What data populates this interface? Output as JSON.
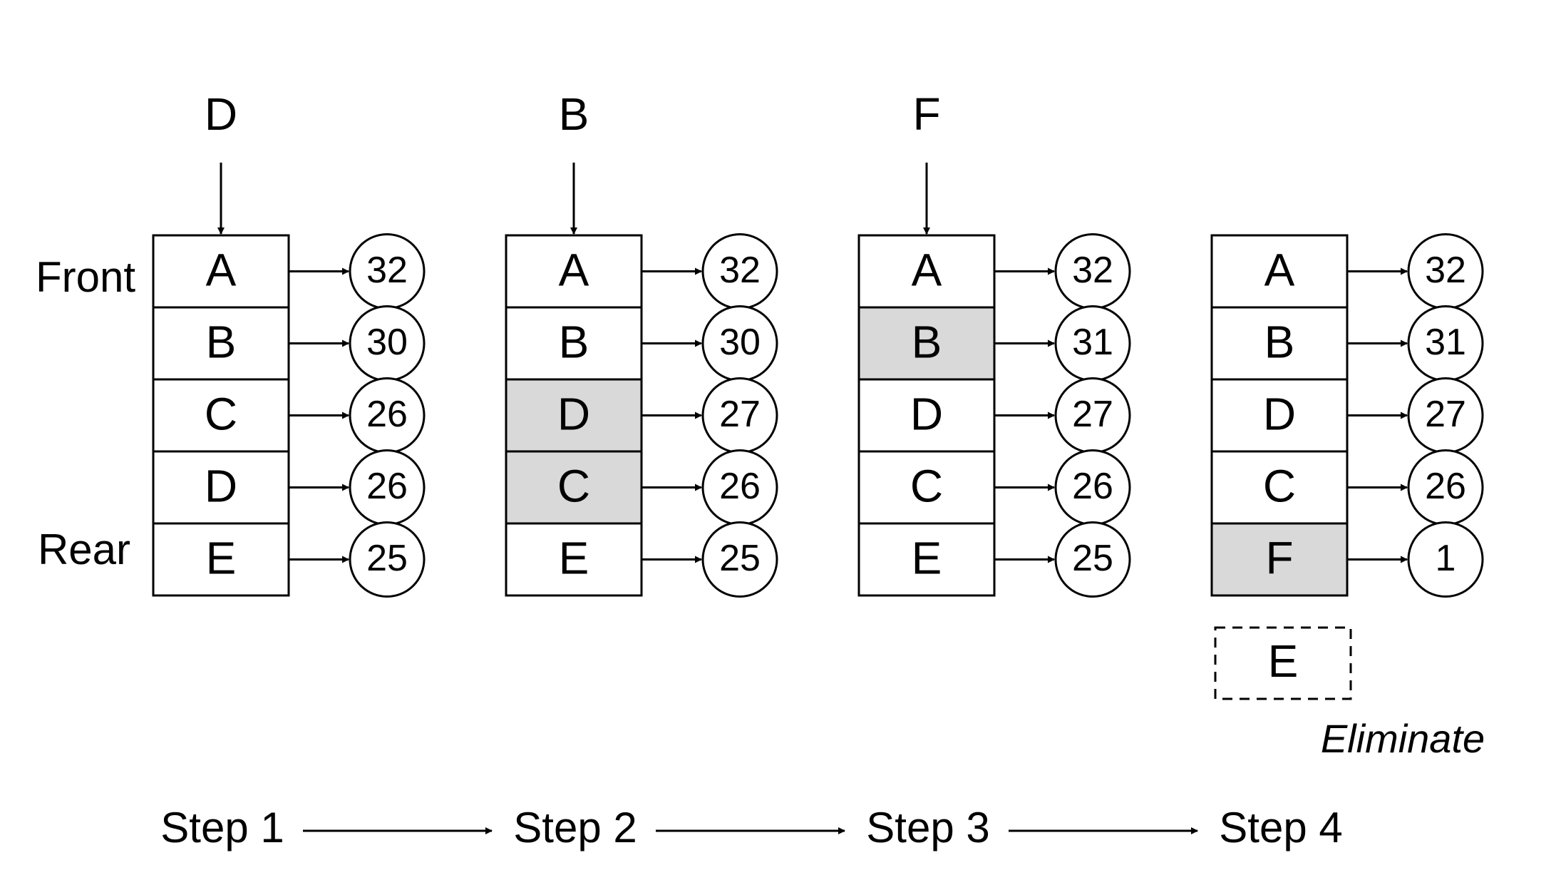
{
  "labels": {
    "front": "Front",
    "rear": "Rear",
    "eliminate": "Eliminate"
  },
  "colors": {
    "stroke": "#000000",
    "highlight": "#d9d9d9",
    "background": "#ffffff"
  },
  "steps": [
    {
      "label": "Step 1",
      "incoming": "D",
      "rows": [
        {
          "item": "A",
          "count": "32",
          "highlighted": false
        },
        {
          "item": "B",
          "count": "30",
          "highlighted": false
        },
        {
          "item": "C",
          "count": "26",
          "highlighted": false
        },
        {
          "item": "D",
          "count": "26",
          "highlighted": false
        },
        {
          "item": "E",
          "count": "25",
          "highlighted": false
        }
      ]
    },
    {
      "label": "Step 2",
      "incoming": "B",
      "rows": [
        {
          "item": "A",
          "count": "32",
          "highlighted": false
        },
        {
          "item": "B",
          "count": "30",
          "highlighted": false
        },
        {
          "item": "D",
          "count": "27",
          "highlighted": true
        },
        {
          "item": "C",
          "count": "26",
          "highlighted": true
        },
        {
          "item": "E",
          "count": "25",
          "highlighted": false
        }
      ]
    },
    {
      "label": "Step 3",
      "incoming": "F",
      "rows": [
        {
          "item": "A",
          "count": "32",
          "highlighted": false
        },
        {
          "item": "B",
          "count": "31",
          "highlighted": true
        },
        {
          "item": "D",
          "count": "27",
          "highlighted": false
        },
        {
          "item": "C",
          "count": "26",
          "highlighted": false
        },
        {
          "item": "E",
          "count": "25",
          "highlighted": false
        }
      ]
    },
    {
      "label": "Step 4",
      "incoming": "",
      "rows": [
        {
          "item": "A",
          "count": "32",
          "highlighted": false
        },
        {
          "item": "B",
          "count": "31",
          "highlighted": false
        },
        {
          "item": "D",
          "count": "27",
          "highlighted": false
        },
        {
          "item": "C",
          "count": "26",
          "highlighted": false
        },
        {
          "item": "F",
          "count": "1",
          "highlighted": true
        }
      ],
      "evicted": "E"
    }
  ]
}
